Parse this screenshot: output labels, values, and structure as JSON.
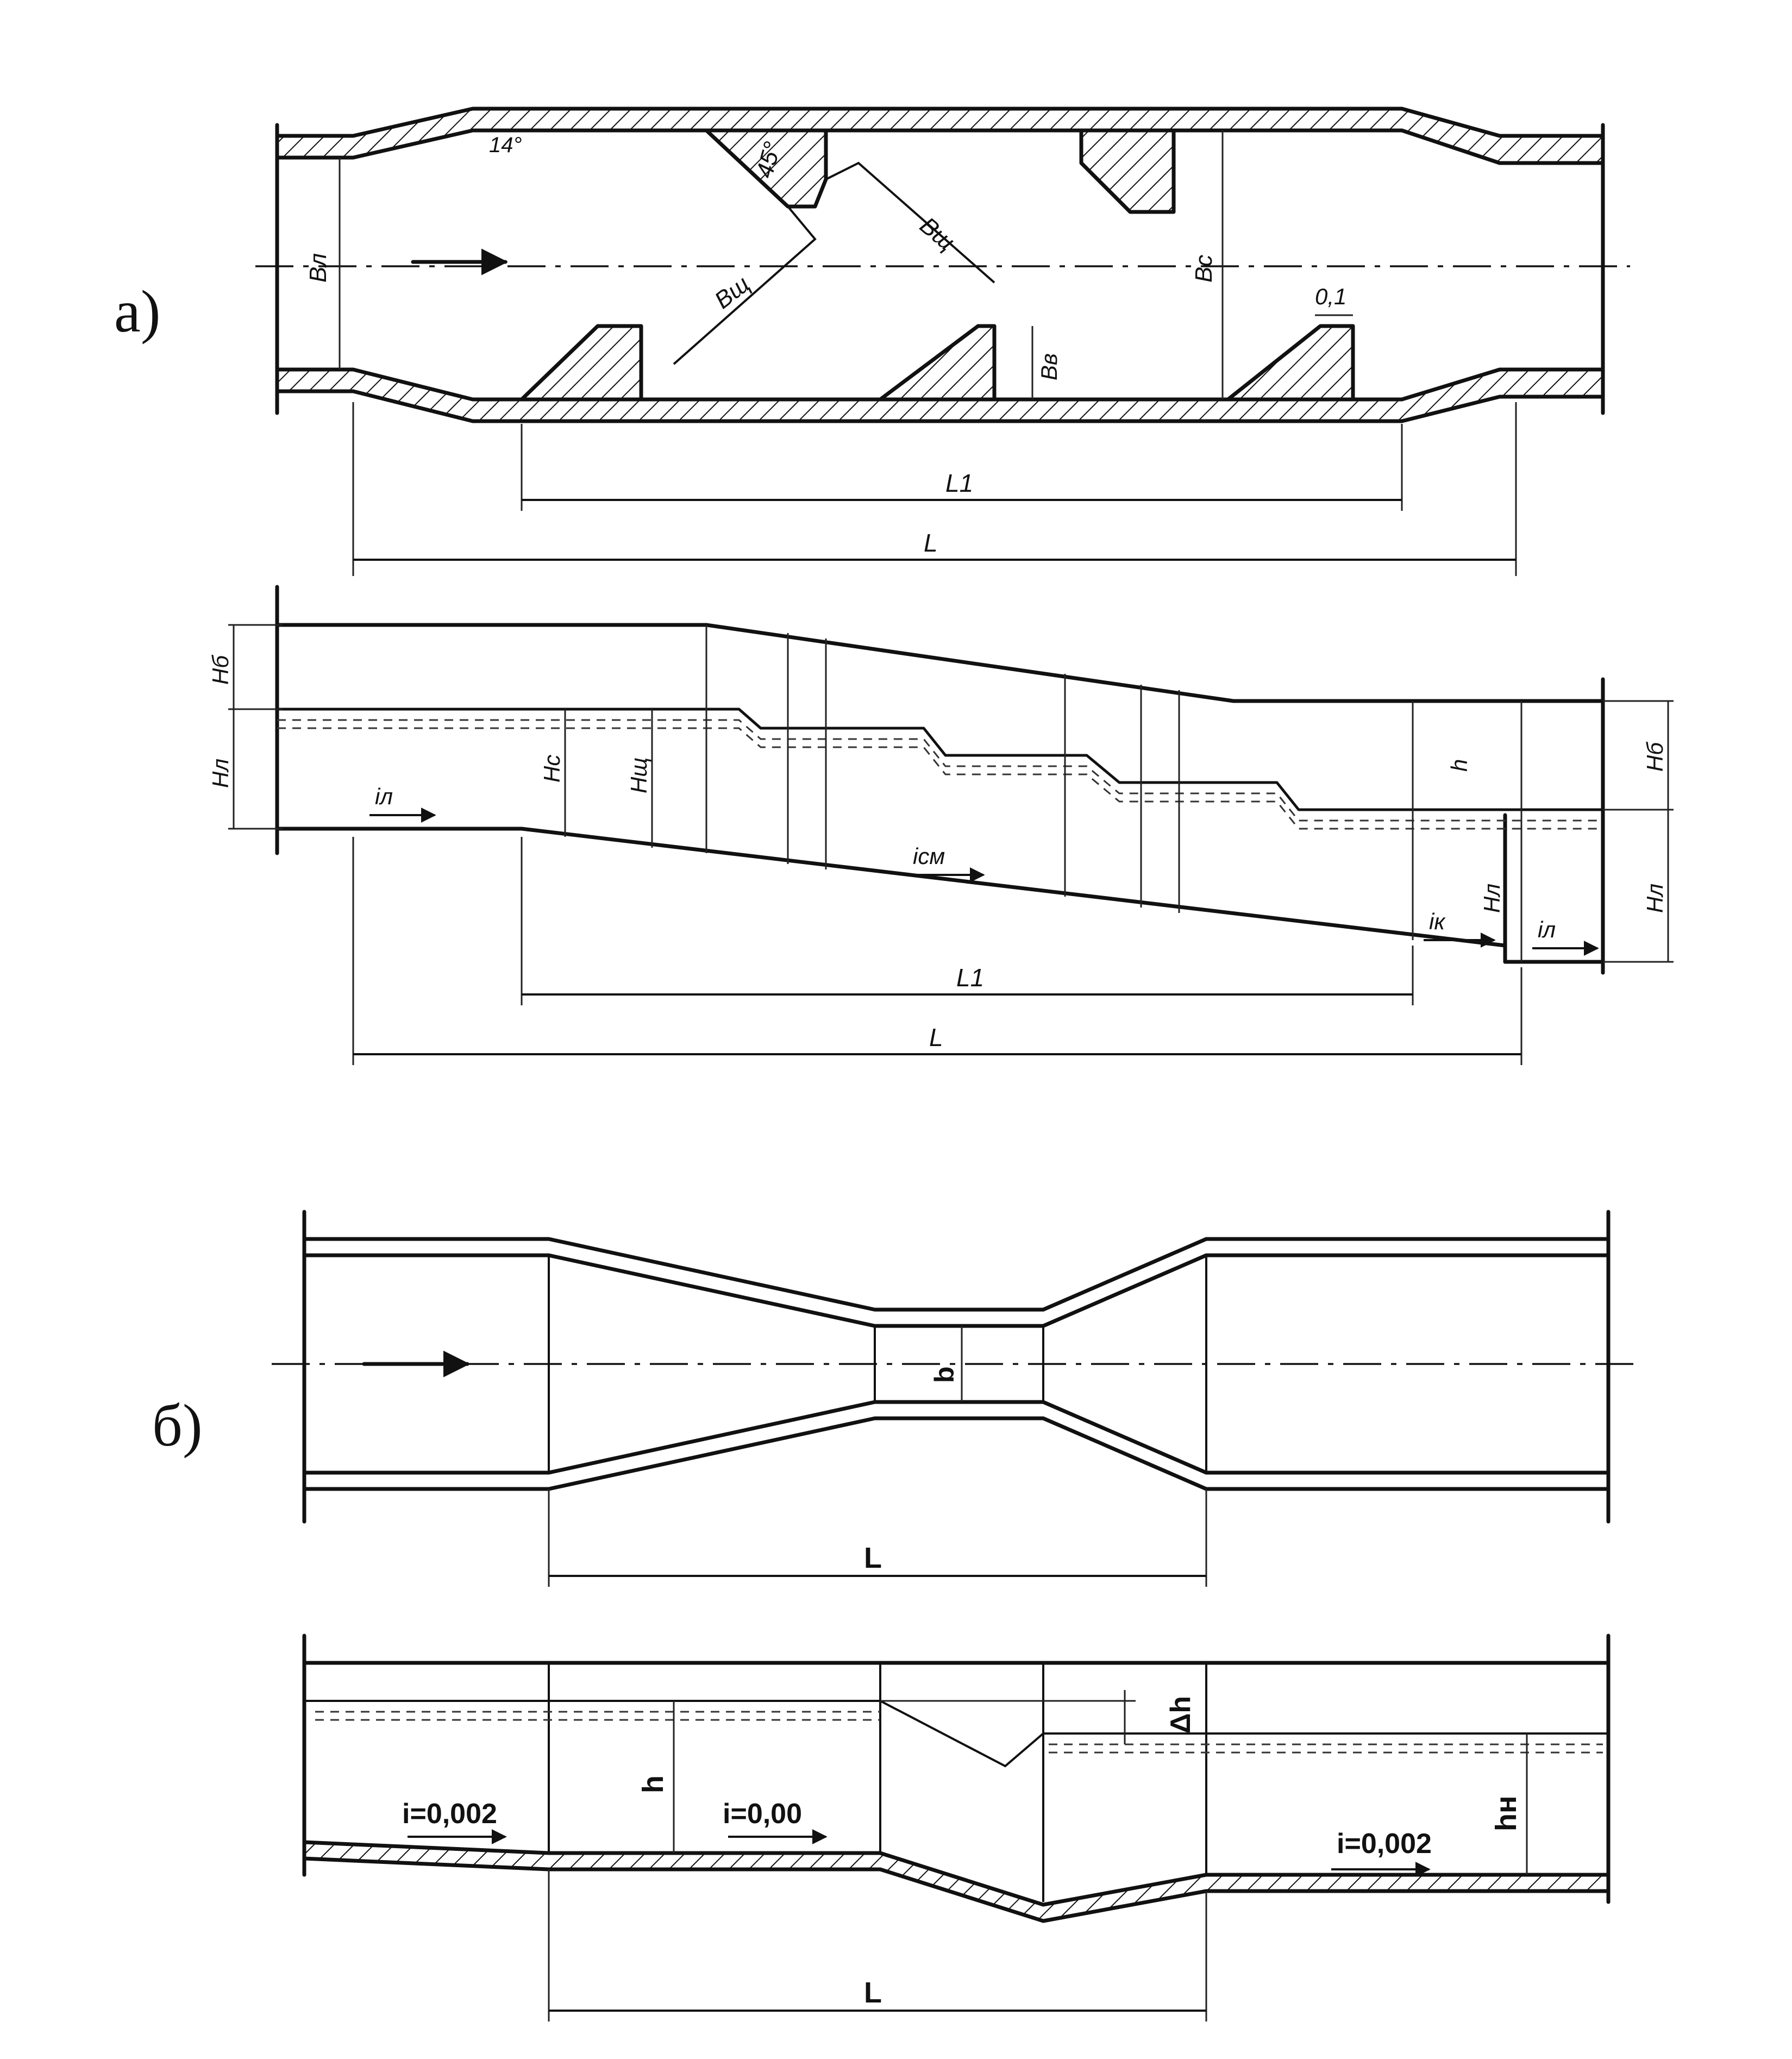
{
  "panel_a": {
    "letter": "а)",
    "plan": {
      "angle_inlet": "14°",
      "angle_wall": "45°",
      "width_inlet": "Bл",
      "width_slot_1": "Bщ",
      "width_slot_2": "Bщ",
      "width_channel": "Bс",
      "width_ledge": "Bв",
      "top_width": "0,1",
      "length_inner": "L1",
      "length_total": "L"
    },
    "profile": {
      "depth_bank_left": "Hб",
      "depth_water_left": "Hл",
      "depth_channel": "Hс",
      "depth_slot": "Hщ",
      "depth_step": "h",
      "depth_bank_right": "Hб",
      "depth_water_right_1": "Hл",
      "depth_water_right_2": "Hл",
      "slope_inlet": "iл",
      "slope_middle": "iсм",
      "slope_end": "iк",
      "slope_outlet": "iл",
      "length_inner": "L1",
      "length_total": "L"
    }
  },
  "panel_b": {
    "letter": "б)",
    "plan": {
      "throat_width": "b",
      "length": "L"
    },
    "profile": {
      "slope_left": "i=0,002",
      "slope_middle": "i=0,00",
      "slope_right": "i=0,002",
      "depth_upstream": "h",
      "drop": "Δh",
      "depth_downstream": "hн",
      "length": "L"
    }
  }
}
